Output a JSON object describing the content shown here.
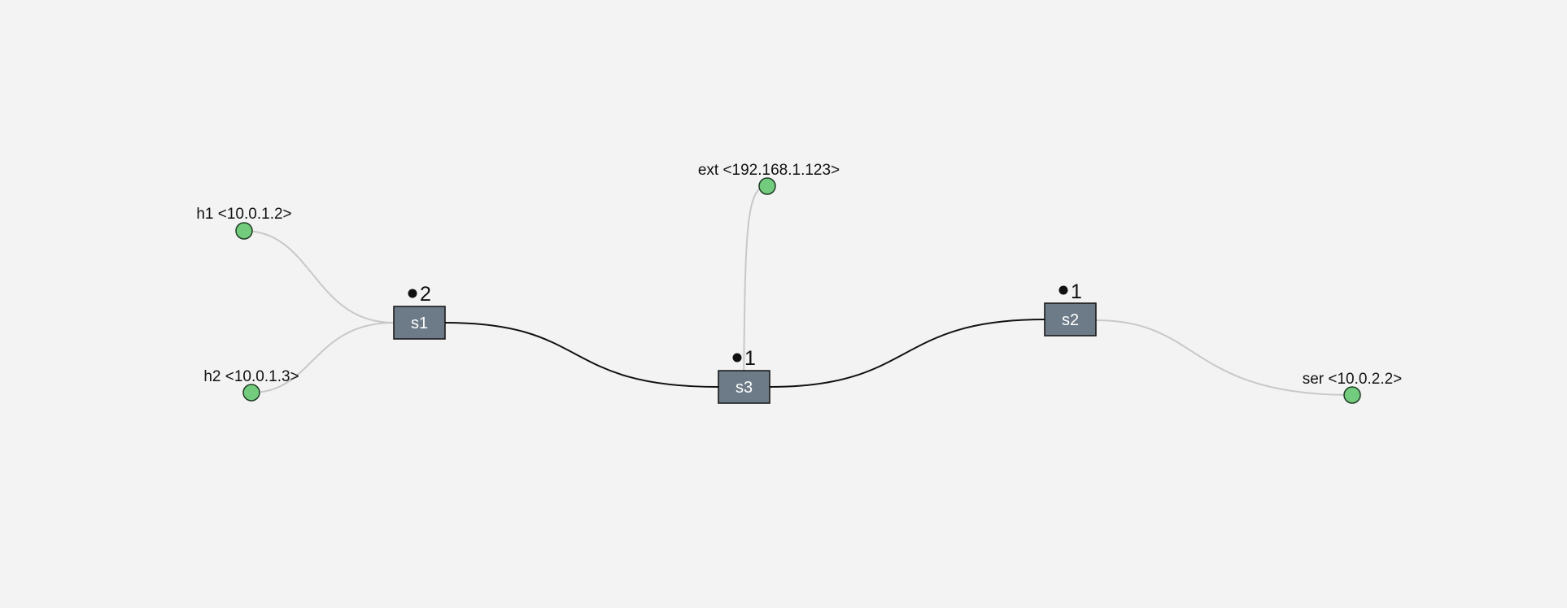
{
  "colors": {
    "background": "#f3f3f3",
    "switch_fill": "#6c7b87",
    "switch_stroke": "#111111",
    "host_fill": "#73cb7e",
    "host_stroke": "#1f3d25",
    "host_link": "#c8c8c8",
    "switch_link": "#111111",
    "badge": "#111111"
  },
  "switches": [
    {
      "id": "s1",
      "label": "s1",
      "badge": "2"
    },
    {
      "id": "s3",
      "label": "s3",
      "badge": "1"
    },
    {
      "id": "s2",
      "label": "s2",
      "badge": "1"
    }
  ],
  "hosts": [
    {
      "id": "h1",
      "label": "h1 <10.0.1.2>"
    },
    {
      "id": "h2",
      "label": "h2 <10.0.1.3>"
    },
    {
      "id": "ext",
      "label": "ext <192.168.1.123>"
    },
    {
      "id": "ser",
      "label": "ser <10.0.2.2>"
    }
  ],
  "links": [
    {
      "from": "h1",
      "to": "s1",
      "kind": "host"
    },
    {
      "from": "h2",
      "to": "s1",
      "kind": "host"
    },
    {
      "from": "ext",
      "to": "s3",
      "kind": "host"
    },
    {
      "from": "ser",
      "to": "s2",
      "kind": "host"
    },
    {
      "from": "s1",
      "to": "s3",
      "kind": "switch"
    },
    {
      "from": "s3",
      "to": "s2",
      "kind": "switch"
    }
  ]
}
